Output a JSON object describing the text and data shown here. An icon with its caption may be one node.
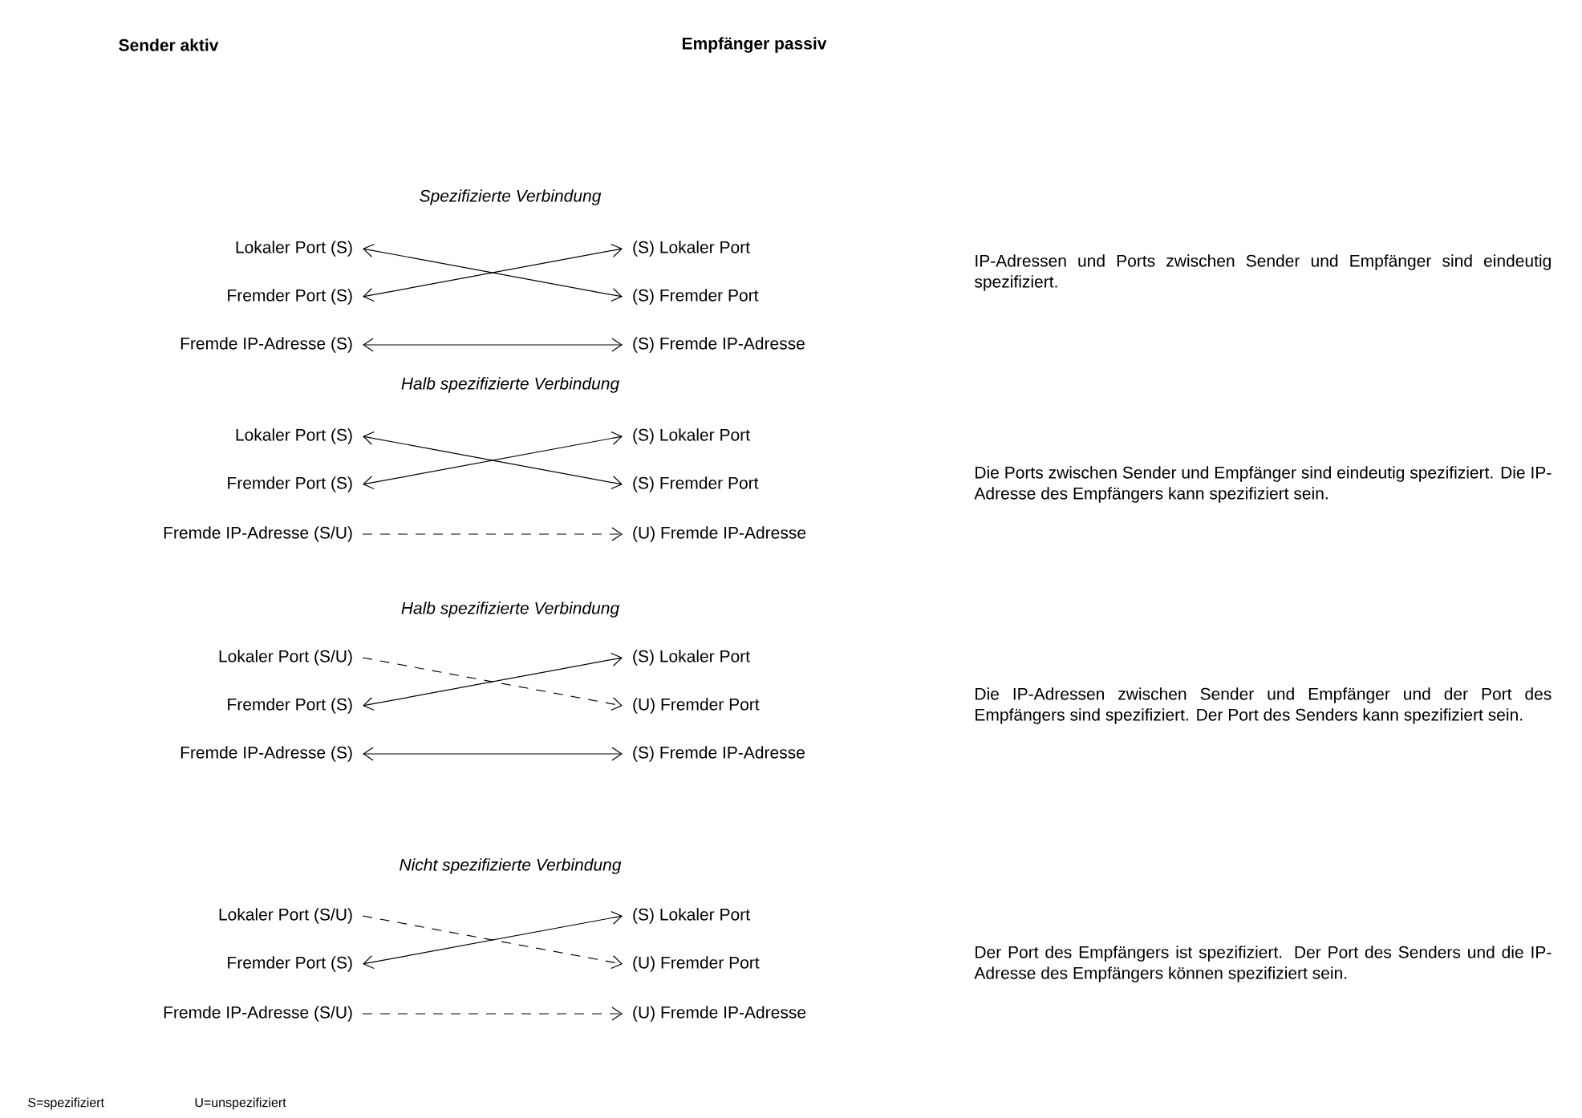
{
  "diagram": {
    "nodes": [
      {
        "text": [
          "Lokaler Port (S)"
        ]
      },
      {
        "text": [
          "(S) Lokaler Port"
        ]
      },
      {
        "text": [
          "Fremder Port (S)"
        ]
      },
      {
        "text": [
          "(S) Fremder Port"
        ]
      },
      {
        "text": [
          "Fremde IP-Adresse (S)"
        ]
      },
      {
        "text": [
          "(S) Fremde IP-Adresse"
        ]
      },
      {
        "text": [
          "Lokaler Port (S)"
        ]
      },
      {
        "text": [
          "(S) Lokaler Port"
        ]
      },
      {
        "text": [
          "Fremder Port (S)"
        ]
      },
      {
        "text": [
          "(S) Fremder Port"
        ]
      },
      {
        "text": [
          "Fremde IP-Adresse (S/U)"
        ]
      },
      {
        "text": [
          "(U) Fremde IP-Adresse"
        ]
      },
      {
        "text": [
          "Lokaler Port (S/U)"
        ]
      },
      {
        "text": [
          "(S) Lokaler Port"
        ]
      },
      {
        "text": [
          "Fremder Port (S)"
        ]
      },
      {
        "text": [
          "(U) Fremder Port"
        ]
      },
      {
        "text": [
          "Fremde IP-Adresse (S)"
        ]
      },
      {
        "text": [
          "(S) Fremde IP-Adresse"
        ]
      },
      {
        "text": [
          "Lokaler Port (S/U)"
        ]
      },
      {
        "text": [
          "(S) Lokaler Port"
        ]
      },
      {
        "text": [
          "Fremder Port (S)"
        ]
      },
      {
        "text": [
          "(U) Fremder Port"
        ]
      },
      {
        "text": [
          "Fremde IP-Adresse (S/U)"
        ]
      },
      {
        "text": [
          "(U) Fremde IP-Adresse"
        ]
      }
    ],
    "edges": [
      {
        "from": 0,
        "to": 3,
        "arrow": "both"
      },
      {
        "from": 2,
        "to": 1,
        "arrow": "both"
      },
      {
        "from": 4,
        "to": 5,
        "arrow": "both"
      },
      {
        "from": 6,
        "to": 9,
        "arrow": "both"
      },
      {
        "from": 8,
        "to": 7,
        "arrow": "both"
      },
      {
        "from": 10,
        "to": 11,
        "arrow": "to",
        "style": "dashed"
      },
      {
        "from": 12,
        "to": 15,
        "arrow": "to",
        "style": "dashed"
      },
      {
        "from": 14,
        "to": 13,
        "arrow": "both"
      },
      {
        "from": 16,
        "to": 17,
        "arrow": "both"
      },
      {
        "from": 18,
        "to": 21,
        "arrow": "to",
        "style": "dashed"
      },
      {
        "from": 20,
        "to": 19,
        "arrow": "both"
      },
      {
        "from": 22,
        "to": 23,
        "arrow": "to",
        "style": "dashed"
      }
    ],
    "labels": [
      "Sender aktiv",
      "Empfänger passiv",
      "Spezifizierte Verbindung",
      "IP-Adressen und Ports zwischen Sender und Empfänger sind eindeutig spezifiziert.",
      "Halb spezifizierte Verbindung",
      "Die Ports zwischen Sender und Empfänger sind eindeutig spezifiziert. Die IP-Adresse des Empfängers kann spezifiziert sein.",
      "Halb spezifizierte Verbindung",
      "Die IP-Adressen zwischen Sender und Empfänger und der Port des Empfängers sind spezifiziert. Der Port des Senders kann spezifiziert sein.",
      "Nicht spezifizierte Verbindung",
      "Der Port des Empfängers ist spezifiziert. Der Port des Senders und die IP-Adresse des Empfängers können spezifiziert sein.",
      "S=spezifiziert",
      "U=unspezifiziert"
    ]
  }
}
